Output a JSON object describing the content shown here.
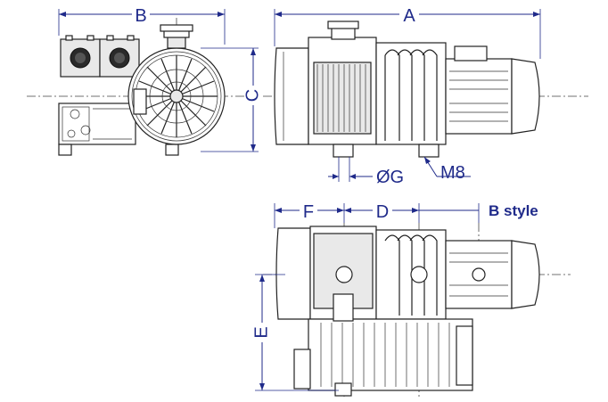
{
  "labels": {
    "dim_a": "A",
    "dim_b": "B",
    "dim_c": "C",
    "dim_d": "D",
    "dim_e": "E",
    "dim_f": "F",
    "dim_g": "ØG",
    "thread": "M8",
    "variant": "B style"
  },
  "colors": {
    "dimension": "#1f2a8a",
    "outline": "#222222"
  }
}
